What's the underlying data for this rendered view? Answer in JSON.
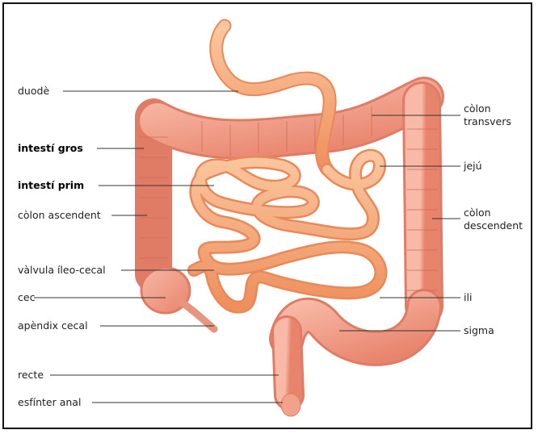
{
  "labels_left": [
    {
      "id": "duode",
      "text": "duodè",
      "bold": false
    },
    {
      "id": "intesti-gros",
      "text": "intestí gros",
      "bold": true
    },
    {
      "id": "intesti-prim",
      "text": "intestí prim",
      "bold": true
    },
    {
      "id": "colon-ascendent",
      "text": "còlon ascendent",
      "bold": false
    },
    {
      "id": "valvula",
      "text": "vàlvula íleo-cecal",
      "bold": false
    },
    {
      "id": "cec",
      "text": "cec",
      "bold": false
    },
    {
      "id": "apendix",
      "text": "apèndix cecal",
      "bold": false
    },
    {
      "id": "recte",
      "text": "recte",
      "bold": false
    },
    {
      "id": "esfinter",
      "text": "esfínter anal",
      "bold": false
    }
  ],
  "labels_right": [
    {
      "id": "colon-transvers",
      "line1": "còlon",
      "line2": "transvers"
    },
    {
      "id": "jeju",
      "line1": "jejú",
      "line2": ""
    },
    {
      "id": "colon-descendent",
      "line1": "còlon",
      "line2": "descendent"
    },
    {
      "id": "ili",
      "line1": "ili",
      "line2": ""
    },
    {
      "id": "sigma",
      "line1": "sigma",
      "line2": ""
    }
  ],
  "colors": {
    "large_intestine": "#f3a08a",
    "large_intestine_dark": "#e07c66",
    "small_intestine": "#f4a070",
    "small_intestine_light": "#f9c199",
    "leader_line": "#333333"
  }
}
